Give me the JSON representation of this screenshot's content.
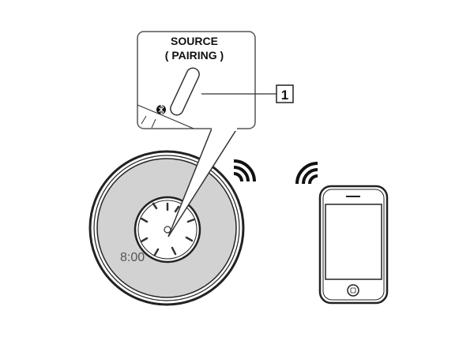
{
  "callout": {
    "line1": "SOURCE",
    "line2": "( PAIRING )"
  },
  "label_number": "1",
  "clock_display": "8:00",
  "colors": {
    "speaker_fill": "#d2d2d2",
    "line": "#222222"
  }
}
